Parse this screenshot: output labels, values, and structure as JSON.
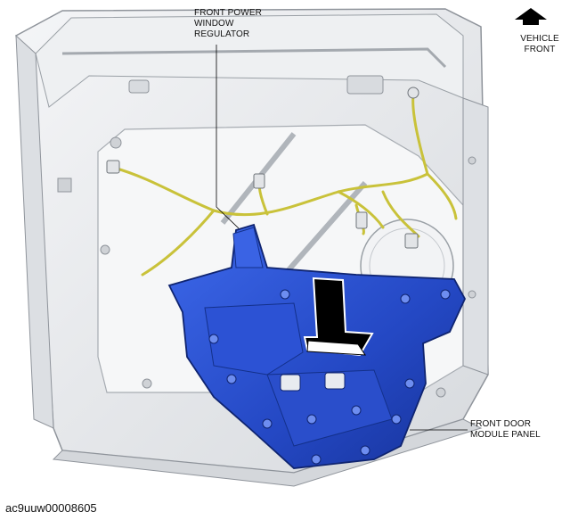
{
  "labels": {
    "regulator": [
      "FRONT POWER",
      "WINDOW",
      "REGULATOR"
    ],
    "module_panel": [
      "FRONT DOOR",
      "MODULE PANEL"
    ],
    "vehicle_front": [
      "VEHICLE",
      "FRONT"
    ]
  },
  "image_code": "ac9uuw00008605",
  "colors": {
    "panel_blue": "#2f57d6",
    "panel_blue_dark": "#1a3aa8",
    "door_gray": "#e9ebee",
    "door_shade": "#c9ccd1",
    "harness_yellow": "#c9c23a",
    "arrow": "#000000"
  },
  "icons": [
    "vehicle-front-arrow-icon",
    "removal-direction-arrow-icon"
  ]
}
